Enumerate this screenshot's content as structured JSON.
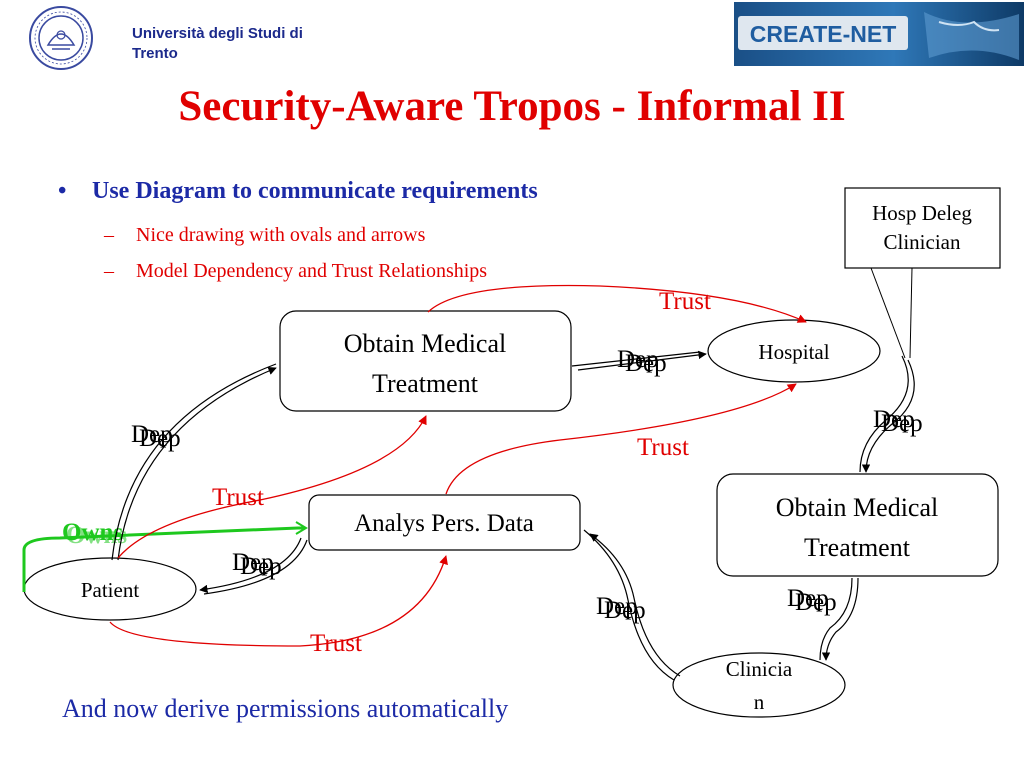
{
  "header": {
    "university": "Università degli Studi di Trento",
    "university_line1": "Università degli Studi di",
    "university_line2": "Trento",
    "logo_right_text": "CREATE-NET",
    "seal_icon": "university-seal-icon"
  },
  "slide": {
    "title": "Security-Aware Tropos - Informal II",
    "bullet": "Use Diagram to communicate requirements",
    "sub_bullets": [
      "Nice drawing with ovals and arrows",
      "Model Dependency and Trust Relationships"
    ],
    "footer": "And now derive permissions automatically"
  },
  "diagram": {
    "goals": {
      "obtain_top": [
        "Obtain Medical",
        "Treatment"
      ],
      "obtain_right": [
        "Obtain Medical",
        "Treatment"
      ],
      "analys": "Analys Pers. Data"
    },
    "actors": {
      "hospital": "Hospital",
      "patient": "Patient",
      "clinician": [
        "Clinicia",
        "n"
      ]
    },
    "callout": [
      "Hosp Deleg",
      "Clinician"
    ],
    "labels": {
      "trust": "Trust",
      "dep": "Dep",
      "dep_shadow": "Dep",
      "owns": "Owns",
      "owns_shadow": "Owns"
    },
    "colors": {
      "title": "#e00000",
      "bullet": "#1c2aa6",
      "trust": "#e00000",
      "owns": "#1ec81e",
      "dep": "#000000"
    }
  }
}
